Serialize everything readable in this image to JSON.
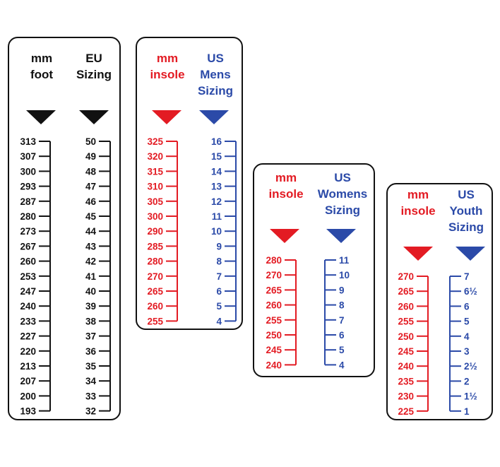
{
  "colors": {
    "black": "#111111",
    "red": "#e31b23",
    "blue": "#2b4aa8"
  },
  "panels": [
    {
      "columns": [
        {
          "header": "mm\nfoot",
          "color": "#111111",
          "side": "left",
          "labels": [
            "313",
            "307",
            "300",
            "293",
            "287",
            "280",
            "273",
            "267",
            "260",
            "253",
            "247",
            "240",
            "233",
            "227",
            "220",
            "213",
            "207",
            "200",
            "193"
          ]
        },
        {
          "header": "EU\nSizing",
          "color": "#111111",
          "side": "left",
          "labels": [
            "50",
            "49",
            "48",
            "47",
            "46",
            "45",
            "44",
            "43",
            "42",
            "41",
            "40",
            "39",
            "38",
            "37",
            "36",
            "35",
            "34",
            "33",
            "32"
          ]
        }
      ]
    },
    {
      "columns": [
        {
          "header": "mm\ninsole",
          "color": "#e31b23",
          "side": "left",
          "labels": [
            "325",
            "320",
            "315",
            "310",
            "305",
            "300",
            "290",
            "285",
            "280",
            "270",
            "265",
            "260",
            "255"
          ]
        },
        {
          "header": "US\nMens\nSizing",
          "color": "#2b4aa8",
          "side": "left",
          "labels": [
            "16",
            "15",
            "14",
            "13",
            "12",
            "11",
            "10",
            "9",
            "8",
            "7",
            "6",
            "5",
            "4"
          ]
        }
      ]
    },
    {
      "columns": [
        {
          "header": "mm\ninsole",
          "color": "#e31b23",
          "side": "left",
          "labels": [
            "280",
            "270",
            "265",
            "260",
            "255",
            "250",
            "245",
            "240"
          ]
        },
        {
          "header": "US\nWomens\nSizing",
          "color": "#2b4aa8",
          "side": "right",
          "labels": [
            "11",
            "10",
            "9",
            "8",
            "7",
            "6",
            "5",
            "4"
          ]
        }
      ]
    },
    {
      "columns": [
        {
          "header": "mm\ninsole",
          "color": "#e31b23",
          "side": "left",
          "labels": [
            "270",
            "265",
            "260",
            "255",
            "250",
            "245",
            "240",
            "235",
            "230",
            "225"
          ]
        },
        {
          "header": "US\nYouth\nSizing",
          "color": "#2b4aa8",
          "side": "right",
          "labels": [
            "7",
            "6½",
            "6",
            "5",
            "4",
            "3",
            "2½",
            "2",
            "1½",
            "1"
          ]
        }
      ]
    }
  ]
}
